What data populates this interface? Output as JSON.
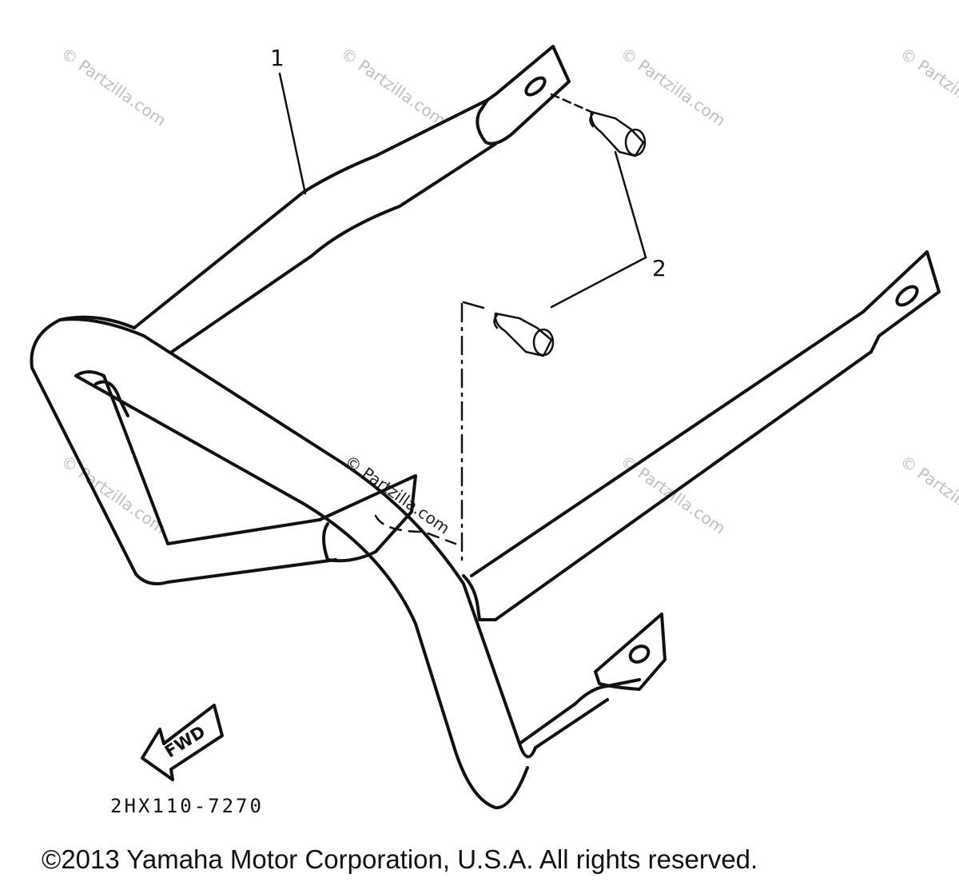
{
  "diagram": {
    "callouts": [
      "1",
      "2"
    ],
    "direction_label": "FWD",
    "diagram_code": "2HX110-7270",
    "copyright": "©2013 Yamaha Motor Corporation, U.S.A. All rights reserved.",
    "watermark": "© Partzilla.com"
  }
}
